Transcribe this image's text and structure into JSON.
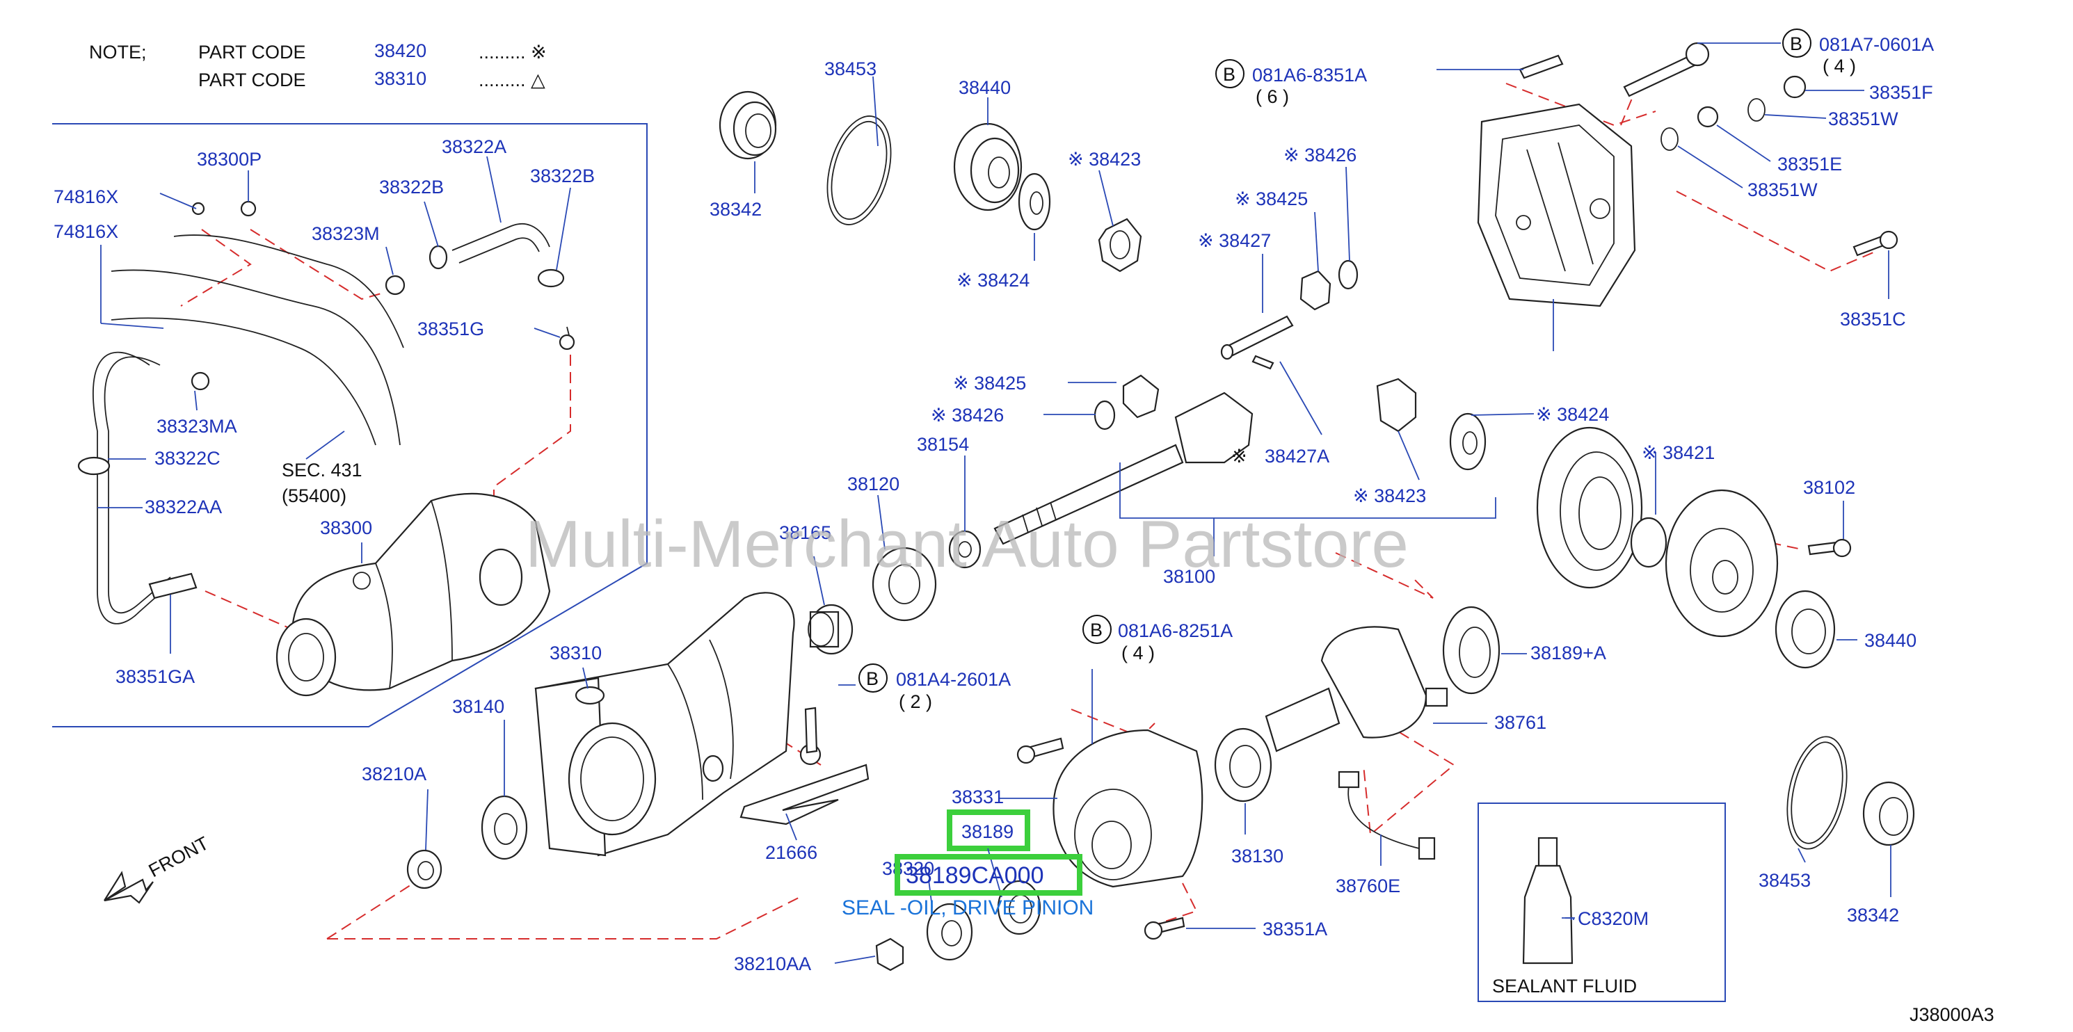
{
  "note": {
    "title": "NOTE;",
    "rows": [
      {
        "label": "PART   CODE",
        "code": "38420",
        "marker": "......... ※"
      },
      {
        "label": "PART   CODE",
        "code": "38310",
        "marker": "......... △"
      }
    ]
  },
  "watermark": "Multi-Merchant Auto Partstore",
  "diagram_code": "J38000A3",
  "front_label": "FRONT",
  "sec_label": {
    "line1": "SEC.   431",
    "line2": "(55400)"
  },
  "sealant_box": {
    "code": "C8320M",
    "caption": "SEALANT   FLUID"
  },
  "highlight": {
    "part": "38189",
    "number": "38189CA000",
    "description": "SEAL -OIL, DRIVE PINION"
  },
  "bolts": {
    "b1": {
      "circle": "B",
      "code": "081A6-8351A",
      "qty": "( 6 )"
    },
    "b2": {
      "circle": "B",
      "code": "081A7-0601A",
      "qty": "( 4 )"
    },
    "b3": {
      "circle": "B",
      "code": "081A6-8251A",
      "qty": "( 4 )"
    },
    "b4": {
      "circle": "B",
      "code": "081A4-2601A",
      "qty": "( 2 )"
    }
  },
  "callouts": {
    "p38453a": "38453",
    "p38342a": "38342",
    "p38440a": "38440",
    "p38423a": "※ 38423",
    "p38424a": "※ 38424",
    "p38426a": "※ 38426",
    "p38425a": "※ 38425",
    "p38427": "※ 38427",
    "p38351f": "38351F",
    "p38351w1": "38351W",
    "p38351e": "38351E",
    "p38351w2": "38351W",
    "p38351c": "38351C",
    "p38300p": "38300P",
    "p74816x1": "74816X",
    "p74816x2": "74816X",
    "p38322a": "38322A",
    "p38322b1": "38322B",
    "p38322b2": "38322B",
    "p38323m": "38323M",
    "p38351g": "38351G",
    "p38323ma": "38323MA",
    "p38322c": "38322C",
    "p38322aa": "38322AA",
    "p38300": "38300",
    "p38351ga": "38351GA",
    "p38425b": "※ 38425",
    "p38426b": "※ 38426",
    "p38154": "38154",
    "p38427a": "38427A",
    "p38424b": "※ 38424",
    "p38423b": "※ 38423",
    "p38421": "※ 38421",
    "p38102": "38102",
    "p38120": "38120",
    "p38165": "38165",
    "p38100": "38100",
    "p38310": "38310",
    "p38140": "38140",
    "p38210a": "38210A",
    "p21666": "21666",
    "p38331": "38331",
    "p38320": "38320",
    "p38210aa": "38210AA",
    "p38189a": "38189+A",
    "p38440b": "38440",
    "p38761": "38761",
    "p38130": "38130",
    "p38760e": "38760E",
    "p38351a": "38351A",
    "p38453b": "38453",
    "p38342b": "38342"
  }
}
